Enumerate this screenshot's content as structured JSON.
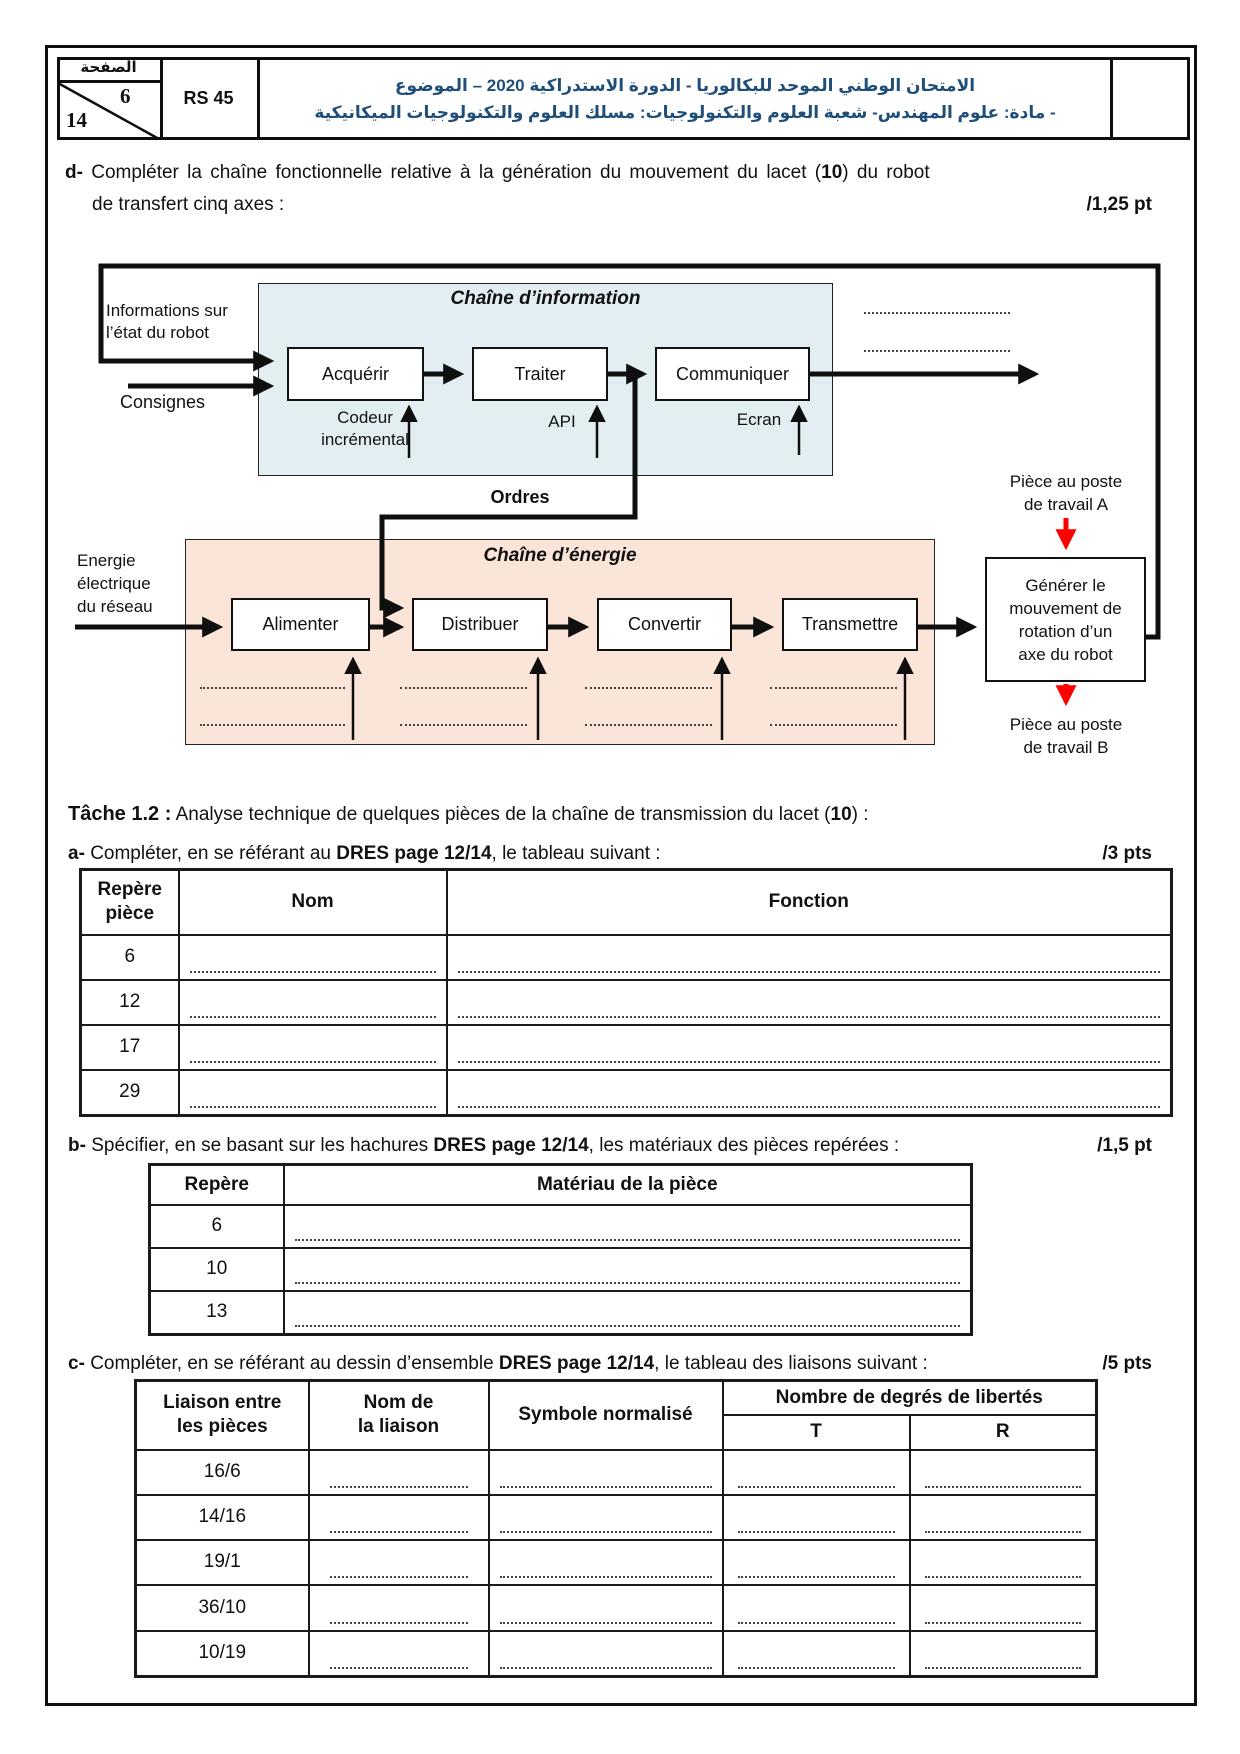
{
  "header": {
    "page_word": "الصفحة",
    "page_num": "6",
    "page_total": "14",
    "ref": "RS 45",
    "title_l1": "الامتحان الوطني الموحد للبكالوريا - الدورة الاستدراكية 2020 – الموضوع",
    "title_l2": "- مادة: علوم المهندس- شعبة العلوم والتكنولوجيات: مسلك العلوم والتكنولوجيات الميكانيكية"
  },
  "question_d": {
    "prefix": "d-",
    "t1": "Compléter la chaîne fonctionnelle relative à la génération du mouvement du lacet (",
    "b1": "10",
    "t2": ") du robot",
    "t3": "de transfert cinq axes :",
    "points": "/1,25 pt"
  },
  "diagram": {
    "info": {
      "title": "Chaîne d’information",
      "box1": "Acquérir",
      "box2": "Traiter",
      "box3": "Communiquer",
      "sub1a": "Codeur",
      "sub1b": "incrémental",
      "sub2": "API",
      "sub3": "Ecran"
    },
    "inputs": {
      "l1": "Informations sur",
      "l2": "l’état du robot",
      "consignes": "Consignes"
    },
    "orders": "Ordres",
    "energy": {
      "title": "Chaîne d’énergie",
      "box1": "Alimenter",
      "box2": "Distribuer",
      "box3": "Convertir",
      "box4": "Transmettre",
      "src1": "Energie",
      "src2": "électrique",
      "src3": "du réseau"
    },
    "generer": {
      "l1": "Générer le",
      "l2": "mouvement de",
      "l3": "rotation d’un",
      "l4": "axe du robot"
    },
    "piece_a": {
      "l1": "Pièce au poste",
      "l2": "de travail A"
    },
    "piece_b": {
      "l1": "Pièce au poste",
      "l2": "de travail B"
    }
  },
  "tache": {
    "label": "Tâche 1.2 :",
    "t1": "Analyse technique de quelques pièces de la chaîne de transmission du lacet (",
    "b1": "10",
    "t2": ") :"
  },
  "section_a": {
    "prefix": "a-",
    "t1": "Compléter, en se référant au ",
    "b1": "DRES page 12/14",
    "t2": ", le tableau suivant :",
    "points": "/3 pts"
  },
  "table_a": {
    "h1a": "Repère",
    "h1b": "pièce",
    "h2": "Nom",
    "h3": "Fonction",
    "rows": [
      "6",
      "12",
      "17",
      "29"
    ]
  },
  "section_b": {
    "prefix": "b-",
    "t1": "Spécifier, en se basant sur les hachures ",
    "b1": "DRES page 12/14",
    "t2": ", les matériaux des pièces repérées :",
    "points": "/1,5 pt"
  },
  "table_b": {
    "h1": "Repère",
    "h2": "Matériau de la pièce",
    "rows": [
      "6",
      "10",
      "13"
    ]
  },
  "section_c": {
    "prefix": "c-",
    "t1": "Compléter, en se référant au dessin d’ensemble ",
    "b1": "DRES page 12/14",
    "t2": ", le tableau des liaisons suivant :",
    "points": "/5 pts"
  },
  "table_c": {
    "h1a": "Liaison entre",
    "h1b": "les pièces",
    "h2a": "Nom de",
    "h2b": "la liaison",
    "h3": "Symbole normalisé",
    "h4": "Nombre de degrés de libertés",
    "h4t": "T",
    "h4r": "R",
    "rows": [
      "16/6",
      "14/16",
      "19/1",
      "36/10",
      "10/19"
    ]
  },
  "colors": {
    "title_blue": "#1f4e79",
    "info_fill": "#e3eef3",
    "energy_fill": "#fbe5d8",
    "red": "#ff0000",
    "line_black": "#0f0f0f"
  }
}
